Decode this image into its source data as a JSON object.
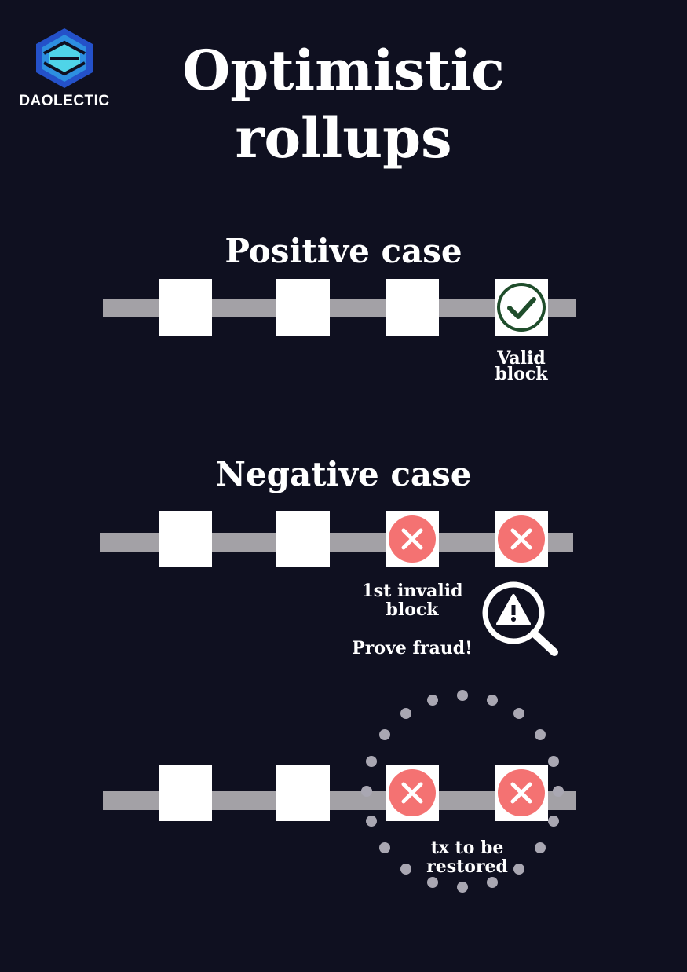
{
  "brand": {
    "name": "DAOLECTIC",
    "logo_colors": [
      "#4fd4e8",
      "#2d8fe0",
      "#2451c9"
    ]
  },
  "title": {
    "line1": "Optimistic",
    "line2": "rollups"
  },
  "positive_case": {
    "heading": "Positive case",
    "valid_label_line1": "Valid",
    "valid_label_line2": "block",
    "check_color": "#1f4d2b"
  },
  "negative_case": {
    "heading": "Negative case",
    "invalid_label_line1": "1st invalid",
    "invalid_label_line2": "block",
    "fraud_label": "Prove fraud!",
    "x_color": "#f47272"
  },
  "restore": {
    "label_line1": "tx to be",
    "label_line2": "restored"
  },
  "colors": {
    "background": "#0f1020",
    "rail": "#a3a1a6",
    "dots": "#a9a7b2"
  }
}
